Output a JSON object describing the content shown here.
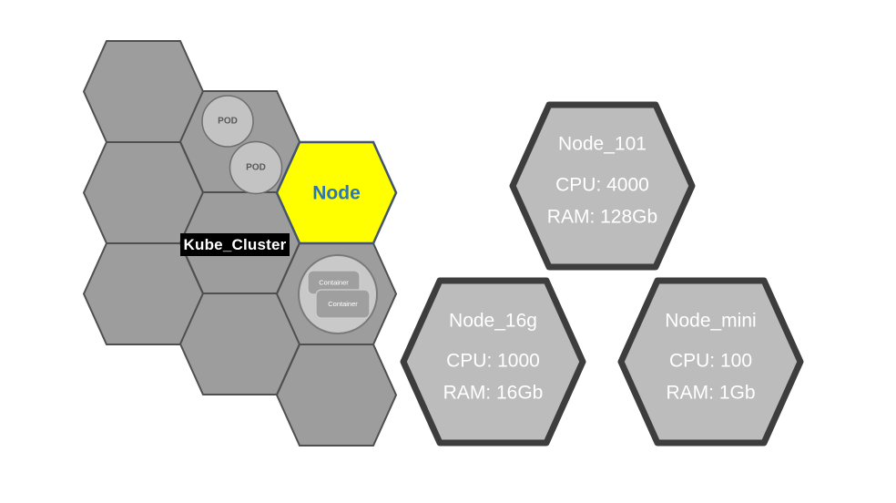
{
  "colors": {
    "canvas_bg": "#ffffff",
    "cluster_hex_fill": "#9d9d9d",
    "cluster_hex_border": "#4f4f4f",
    "node_hex_fill": "#ffff00",
    "node_hex_border": "#44546a",
    "node_text": "#2e75b6",
    "pod_fill": "#c3c3c3",
    "pod_border": "#6e6e6e",
    "pod_text": "#595959",
    "container_circle_fill": "#c9c9c9",
    "container_circle_border": "#7a7a7a",
    "container_rect_fill": "#9f9f9f",
    "container_rect_border": "#cfcfcf",
    "container_text": "#ffffff",
    "cluster_label_bg": "#000000",
    "cluster_label_text": "#ffffff",
    "big_hex_fill": "#bcbcbc",
    "big_hex_border": "#3d3d3d",
    "big_hex_text": "#ffffff"
  },
  "cluster": {
    "label": "Kube_Cluster",
    "node_label": "Node",
    "pods": [
      {
        "label": "POD"
      },
      {
        "label": "POD"
      }
    ],
    "containers": [
      {
        "label": "Container"
      },
      {
        "label": "Container"
      }
    ]
  },
  "nodes": [
    {
      "name": "Node_101",
      "cpu": "CPU: 4000",
      "ram": "RAM: 128Gb"
    },
    {
      "name": "Node_16g",
      "cpu": "CPU: 1000",
      "ram": "RAM: 16Gb"
    },
    {
      "name": "Node_mini",
      "cpu": "CPU: 100",
      "ram": "RAM: 1Gb"
    }
  ]
}
